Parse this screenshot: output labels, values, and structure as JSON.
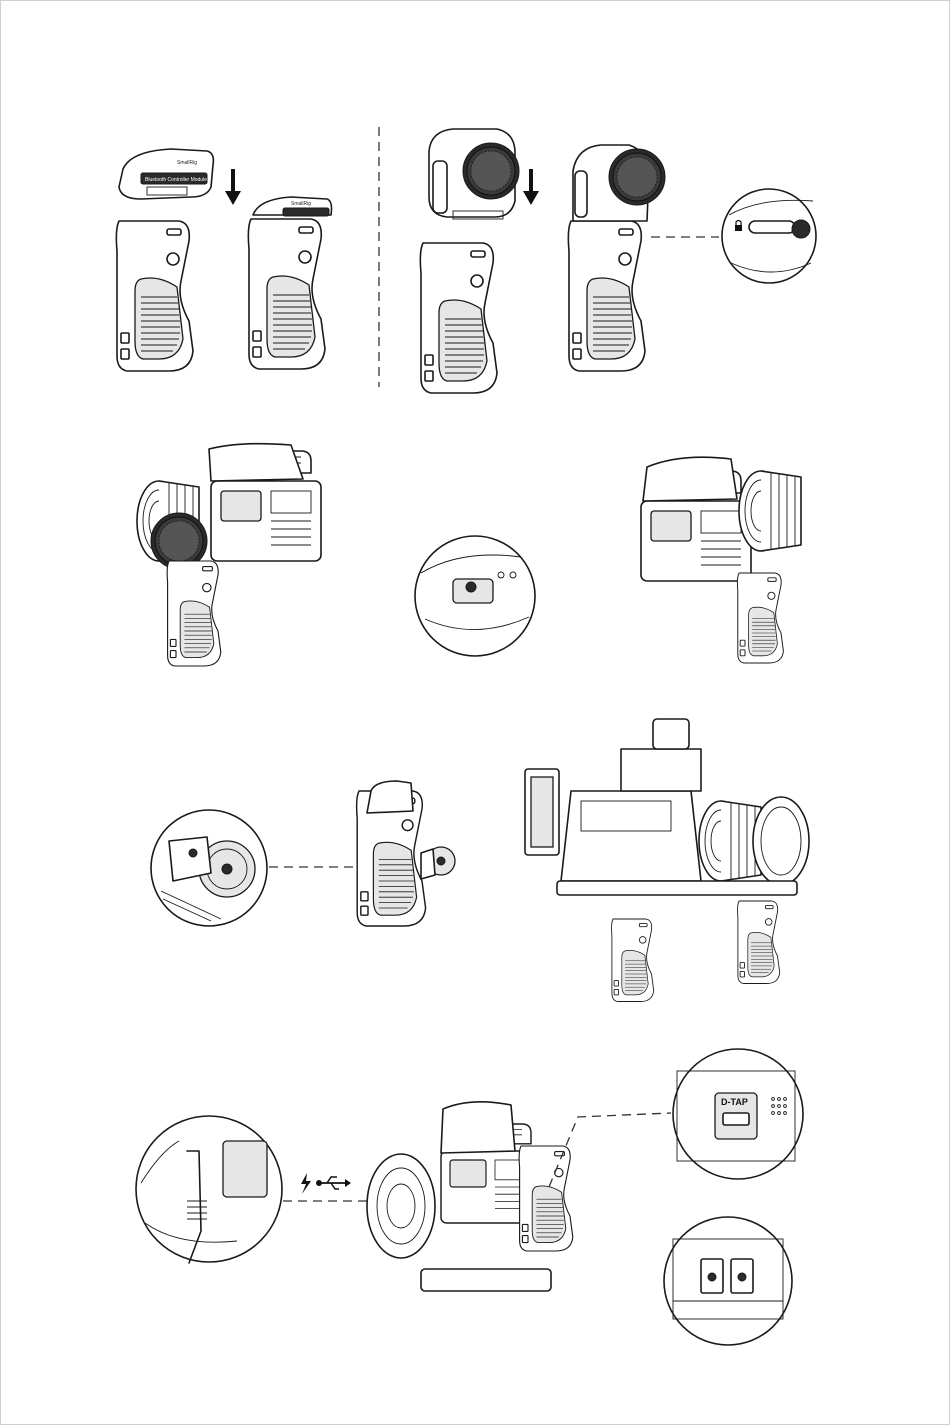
{
  "module_label": "Bluetooth Controller Module",
  "brand_label": "SmallRig",
  "dtap_label": "D-TAP",
  "lock_icon": "lock-icon",
  "power_icon": "lightning-bolt-icon",
  "usb_icon": "usb-icon"
}
